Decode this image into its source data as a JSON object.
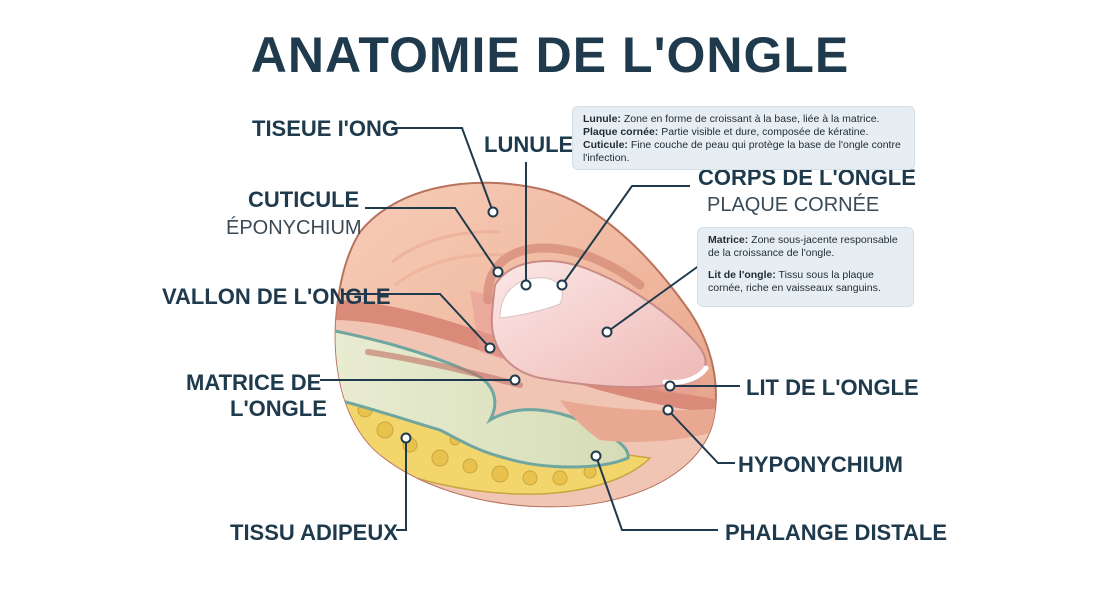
{
  "title": "ANATOMIE DE L'ONGLE",
  "labels": {
    "tissu_ong": "TISEUE I'ONG",
    "lunule": "LUNULE",
    "cuticule": "CUTICULE",
    "eponychium": "ÉPONYCHIUM",
    "corps": "CORPS DE L'ONGLE",
    "plaque": "PLAQUE CORNÉE",
    "vallon": "VALLON DE L'ONGLE",
    "matrice_1": "MATRICE DE",
    "matrice_2": "L'ONGLE",
    "lit": "LIT DE L'ONGLE",
    "hyponychium": "HYPONYCHIUM",
    "tissu_adipeux": "TISSU ADIPEUX",
    "phalange": "PHALANGE DISTALE"
  },
  "info_top": [
    {
      "term": "Lunule:",
      "text": " Zone en forme de croissant à la base, liée à la matrice."
    },
    {
      "term": "Plaque cornée:",
      "text": " Partie visible et dure, composée de kératine."
    },
    {
      "term": "Cuticule:",
      "text": " Fine couche de peau qui protège la base de l'ongle contre l'infection."
    }
  ],
  "info_mid": [
    {
      "term": "Matrice:",
      "text": " Zone sous-jacente responsable de la croissance de l'ongle."
    },
    {
      "term": "Lit de l'ongle:",
      "text": " Tissu sous la plaque cornée, riche en vaisseaux sanguins."
    }
  ],
  "colors": {
    "title": "#1e3a4c",
    "skin": "#efb9a2",
    "nail": "#f6d6d4",
    "bone": "#dfe3c4",
    "fat": "#f2d66b",
    "box": "#e6eef3"
  }
}
